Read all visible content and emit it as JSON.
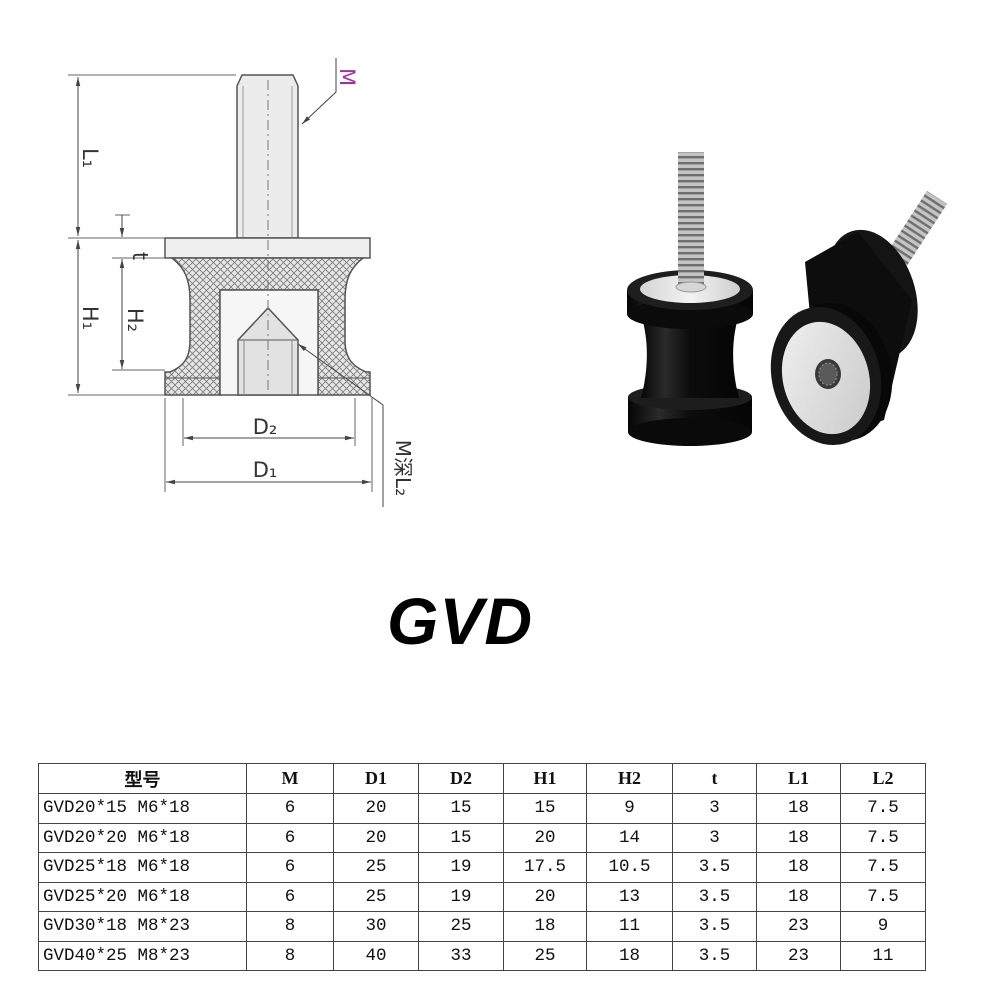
{
  "drawing": {
    "label_L1": "L₁",
    "label_t": "t",
    "label_H2": "H₂",
    "label_H1": "H₁",
    "label_D2": "D₂",
    "label_D1": "D₁",
    "label_M": "M",
    "label_M_depth": "M深L₂"
  },
  "title": "GVD",
  "table": {
    "headers": [
      "型号",
      "M",
      "D1",
      "D2",
      "H1",
      "H2",
      "t",
      "L1",
      "L2"
    ],
    "rows": [
      [
        "GVD20*15 M6*18",
        "6",
        "20",
        "15",
        "15",
        "9",
        "3",
        "18",
        "7.5"
      ],
      [
        "GVD20*20 M6*18",
        "6",
        "20",
        "15",
        "20",
        "14",
        "3",
        "18",
        "7.5"
      ],
      [
        "GVD25*18 M6*18",
        "6",
        "25",
        "19",
        "17.5",
        "10.5",
        "3.5",
        "18",
        "7.5"
      ],
      [
        "GVD25*20 M6*18",
        "6",
        "25",
        "19",
        "20",
        "13",
        "3.5",
        "18",
        "7.5"
      ],
      [
        "GVD30*18 M8*23",
        "8",
        "30",
        "25",
        "18",
        "11",
        "3.5",
        "23",
        "9"
      ],
      [
        "GVD40*25 M8*23",
        "8",
        "40",
        "33",
        "25",
        "18",
        "3.5",
        "23",
        "11"
      ]
    ]
  },
  "colors": {
    "thread_label": "#a0349e",
    "drawing_line": "#555555",
    "rubber": "#111111"
  }
}
